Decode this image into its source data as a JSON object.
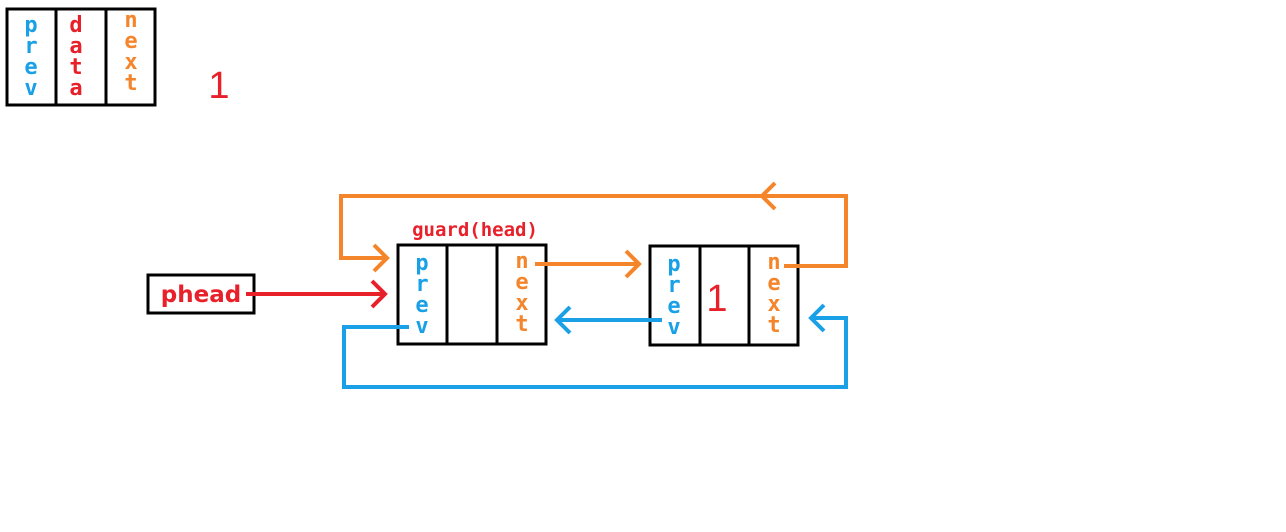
{
  "legend_node": {
    "prev": "prev",
    "data": "data",
    "next": "next"
  },
  "legend_value": "1",
  "guard_label": "guard(head)",
  "phead_label": "phead",
  "guard_node": {
    "prev": "prev",
    "data": "",
    "next": "next"
  },
  "node1": {
    "prev": "prev",
    "data": "1",
    "next": "next"
  },
  "colors": {
    "prev": "#1aa0e6",
    "data": "#e8202a",
    "next": "#f5852a",
    "border": "#000000",
    "arrow_prev": "#1aa0e6",
    "arrow_next": "#f5852a",
    "arrow_phead": "#e8202a"
  }
}
